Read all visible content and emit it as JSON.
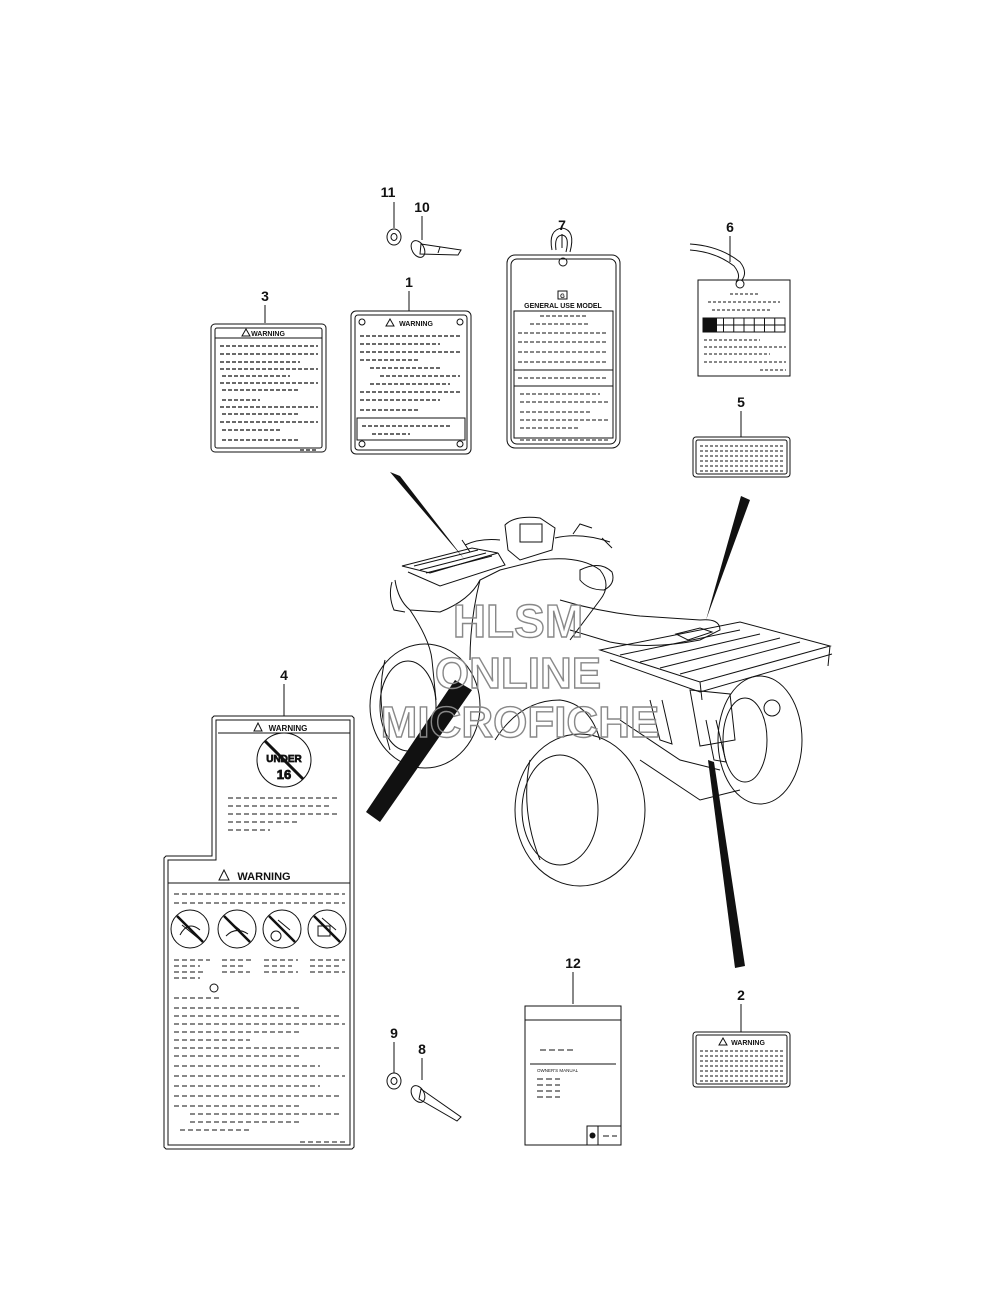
{
  "callouts": [
    "1",
    "2",
    "3",
    "4",
    "5",
    "6",
    "7",
    "8",
    "9",
    "10",
    "11",
    "12"
  ],
  "labels": {
    "warning": "WARNING",
    "under": "UNDER",
    "age": "16",
    "general_use": "GENERAL USE MODEL",
    "g_mark": "G",
    "owners_manual": "OWNER'S MANUAL"
  },
  "watermark": {
    "line1": "HLSM",
    "line2": "ONLINE",
    "line3": "MICROFICHE"
  }
}
